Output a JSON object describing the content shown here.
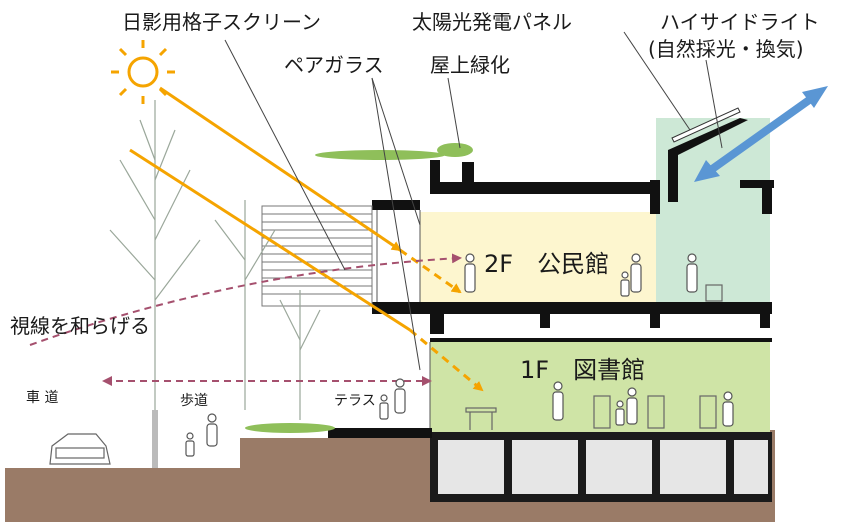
{
  "labels": {
    "louver": "日影用格子スクリーン",
    "solar_panel": "太陽光発電パネル",
    "high_side_light": "ハイサイドライト",
    "high_side_light_sub": "(自然採光・換気)",
    "pair_glass": "ペアガラス",
    "roof_green": "屋上緑化",
    "soften_sight": "視線を和らげる",
    "floor2": "2F　公民館",
    "floor1": "1F　図書館",
    "road": "車 道",
    "sidewalk": "歩道",
    "terrace": "テラス"
  },
  "colors": {
    "sun": "#f5a400",
    "sun_arrow": "#f5a400",
    "floor2_fill": "#fdf6cf",
    "floor1_fill": "#cfe4a6",
    "atrium_fill": "#cde8d6",
    "sight_arrow": "#a5506e",
    "wind_arrow": "#5a96d4",
    "ground": "#9a7b67",
    "structure": "#111111",
    "basement": "#e6e6e6"
  }
}
